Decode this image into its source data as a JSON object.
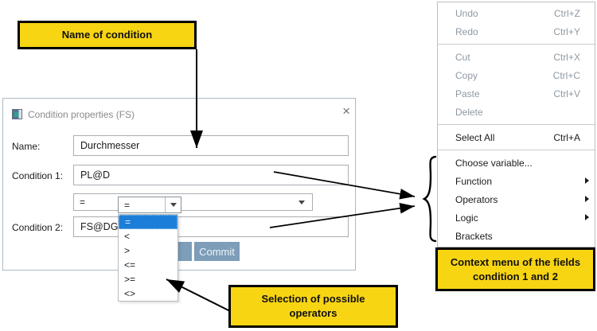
{
  "callouts": {
    "name_of_condition": "Name of condition",
    "operators_line1": "Selection of possible",
    "operators_line2": "operators",
    "context_line1": "Context menu of the fields",
    "context_line2": "condition 1 and 2"
  },
  "dialog": {
    "title": "Condition properties (FS)",
    "close_glyph": "×",
    "fields": [
      {
        "label": "Name:",
        "value": "Durchmesser"
      },
      {
        "label": "Condition 1:",
        "value": "PL@D"
      },
      {
        "label": "Condition 2:",
        "value": "FS@DG"
      }
    ],
    "operator_combo_value": "=",
    "overlay_combo_value": "=",
    "dropdown_options": [
      "=",
      "<",
      ">",
      "<=",
      ">=",
      "<>"
    ],
    "selected_option": "=",
    "commit_label": "Commit"
  },
  "context_menu": {
    "items": [
      {
        "label": "Undo",
        "shortcut": "Ctrl+Z"
      },
      {
        "label": "Redo",
        "shortcut": "Ctrl+Y"
      },
      {
        "label": "Cut",
        "shortcut": "Ctrl+X"
      },
      {
        "label": "Copy",
        "shortcut": "Ctrl+C"
      },
      {
        "label": "Paste",
        "shortcut": "Ctrl+V"
      },
      {
        "label": "Delete",
        "shortcut": ""
      },
      {
        "label": "Select All",
        "shortcut": "Ctrl+A"
      },
      {
        "label": "Choose variable...",
        "shortcut": ""
      },
      {
        "label": "Function",
        "shortcut": ""
      },
      {
        "label": "Operators",
        "shortcut": ""
      },
      {
        "label": "Logic",
        "shortcut": ""
      },
      {
        "label": "Brackets",
        "shortcut": ""
      }
    ]
  },
  "colors": {
    "callout_yellow": "#f8d513",
    "selection_blue": "#1b7fd9",
    "commit_button_blue": "#7d9db8",
    "disabled_text": "#8e99a3"
  }
}
